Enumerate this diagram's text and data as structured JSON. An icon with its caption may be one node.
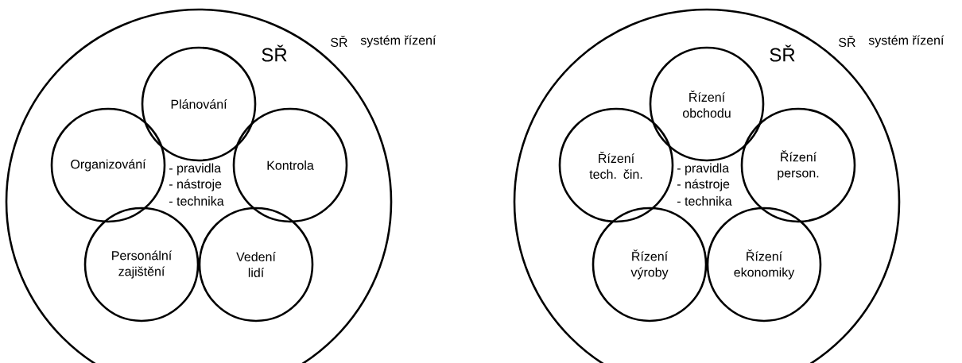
{
  "diagram": {
    "nodes": [
      {
        "text": [
          "SŘ"
        ]
      },
      {
        "text": [
          "Plánování"
        ],
        "in": 0
      },
      {
        "text": [
          "Organizování"
        ],
        "in": 0
      },
      {
        "text": [
          "Kontrola"
        ],
        "in": 0
      },
      {
        "text": [
          "Personální zajištění"
        ],
        "in": 0
      },
      {
        "text": [
          "Vedení lidí"
        ],
        "in": 0
      },
      {
        "text": [
          "SŘ"
        ]
      },
      {
        "text": [
          "Řízení obchodu"
        ],
        "in": 6
      },
      {
        "text": [
          "Řízení tech. čin."
        ],
        "in": 6
      },
      {
        "text": [
          "Řízení person."
        ],
        "in": 6
      },
      {
        "text": [
          "Řízení výroby"
        ],
        "in": 6
      },
      {
        "text": [
          "Řízení ekonomiky"
        ],
        "in": 6
      }
    ],
    "labels": [
      "SŘ",
      "systém řízení",
      "- pravidla",
      "- nástroje",
      "- technika",
      "SŘ",
      "systém řízení",
      "- pravidla",
      "- nástroje",
      "- technika"
    ]
  }
}
